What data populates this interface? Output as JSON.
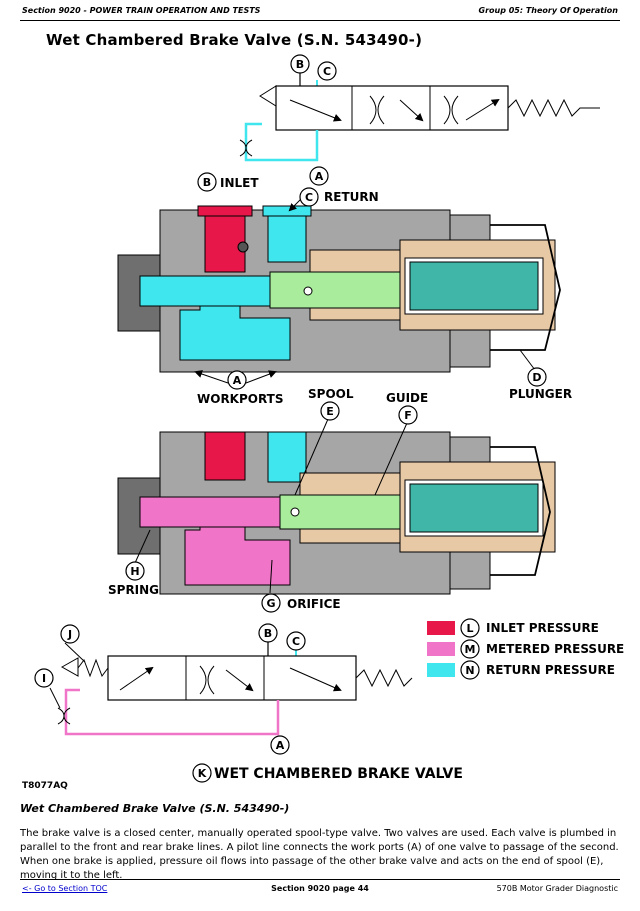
{
  "header": {
    "left": "Section 9020 - POWER TRAIN OPERATION AND TESTS",
    "right": "Group 05: Theory Of Operation"
  },
  "title": "Wet Chambered Brake Valve (S.N. 543490-)",
  "labels": {
    "inlet": "INLET",
    "return": "RETURN",
    "workports": "WORKPORTS",
    "plunger": "PLUNGER",
    "spool": "SPOOL",
    "guide": "GUIDE",
    "spring": "SPRING",
    "orifice": "ORIFICE",
    "diagram_caption": "WET CHAMBERED BRAKE VALVE"
  },
  "letters": {
    "a": "A",
    "b": "B",
    "c": "C",
    "d": "D",
    "e": "E",
    "f": "F",
    "g": "G",
    "h": "H",
    "i": "I",
    "j": "J",
    "k": "K",
    "l": "L",
    "m": "M",
    "n": "N"
  },
  "legend": [
    {
      "letter": "L",
      "label": "INLET PRESSURE",
      "color": "#e8174a"
    },
    {
      "letter": "M",
      "label": "METERED PRESSURE",
      "color": "#f075c8"
    },
    {
      "letter": "N",
      "label": "RETURN PRESSURE",
      "color": "#3fe6ee"
    }
  ],
  "colors": {
    "inlet": "#e8174a",
    "metered": "#f075c8",
    "return": "#3fe6ee",
    "body": "#a6a6a6",
    "guide": "#e8c9a6",
    "spool": "#a9ec9c",
    "plunger": "#3fb6a8"
  },
  "figure_id": "T8077AQ",
  "caption_title": "Wet Chambered Brake Valve (S.N. 543490-)",
  "body_text": "The brake valve is a closed center, manually operated spool-type valve. Two valves are used. Each valve is plumbed in parallel to the front and rear brake lines. A pilot line connects the work ports (A) of one valve to passage of the second. When one brake is applied, pressure oil flows into passage of the other brake valve and acts on the end of spool (E), moving it to the left.",
  "footer": {
    "left": "<- Go to Section TOC",
    "center": "Section 9020 page 44",
    "right": "570B Motor Grader Diagnostic"
  }
}
